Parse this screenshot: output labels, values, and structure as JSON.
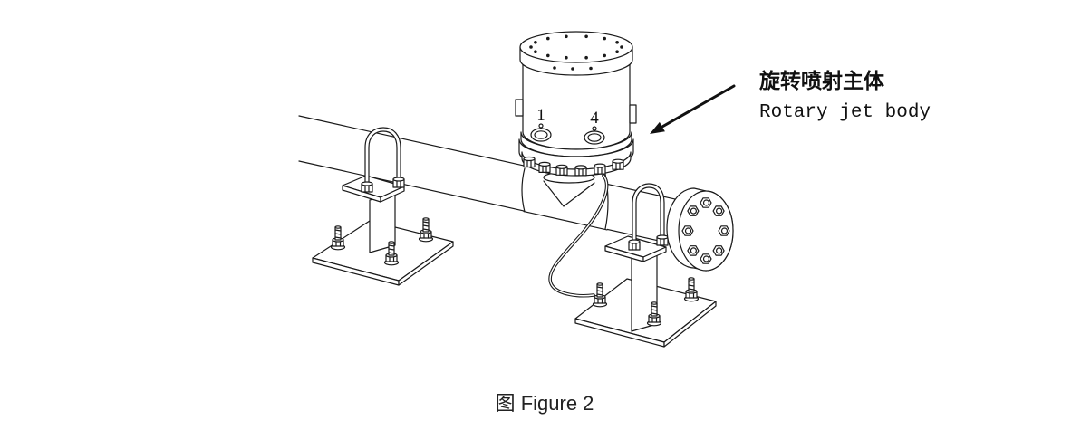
{
  "figure": {
    "callout": {
      "label_cn": "旋转喷射主体",
      "label_en": "Rotary jet body"
    },
    "ports": [
      {
        "number": "1"
      },
      {
        "number": "4"
      }
    ],
    "caption": "图 Figure 2"
  }
}
